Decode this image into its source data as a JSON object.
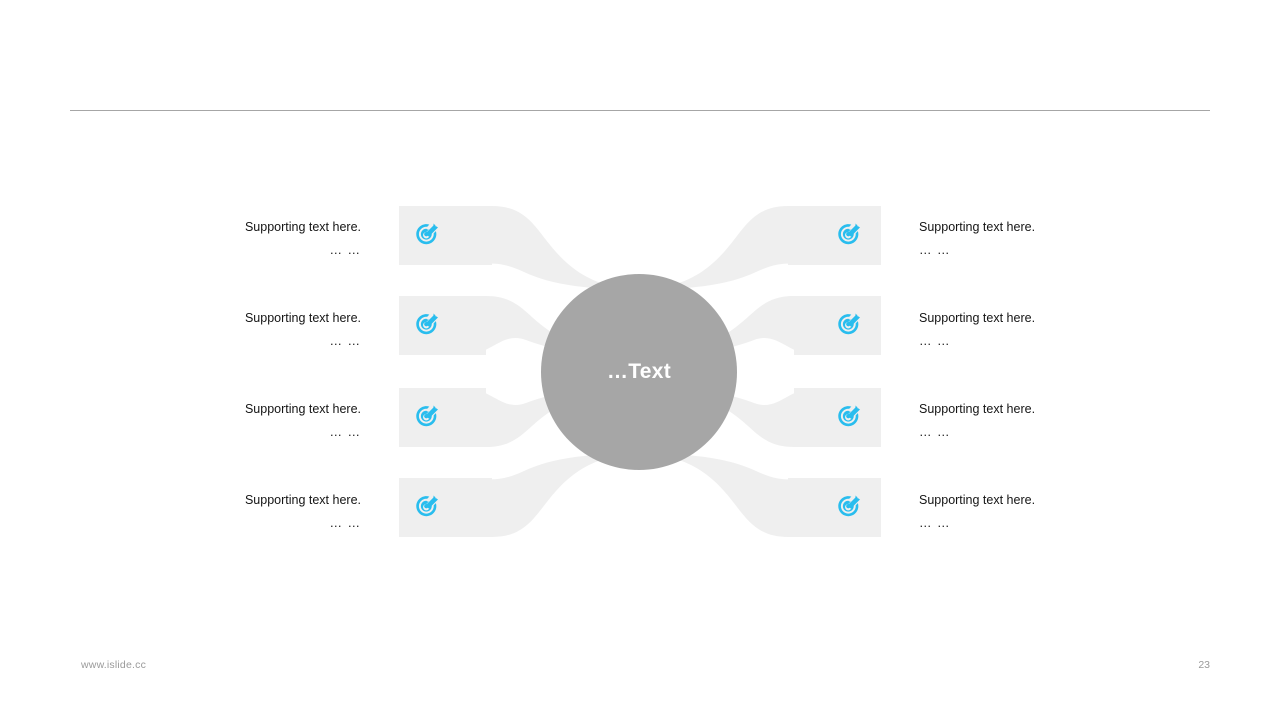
{
  "slide": {
    "title": "",
    "center": {
      "label": "…Text",
      "fill": "#a6a6a6",
      "text_color": "#ffffff"
    },
    "colors": {
      "background": "#ffffff",
      "ribbon": "#efefef",
      "tile": "#efefef",
      "accent_icon": "#29bdee",
      "rule": "#a6a6a6",
      "body_text": "#151515",
      "footer_text": "#9a9a9a"
    },
    "icon": "target-arrow-icon",
    "branches": {
      "left": [
        {
          "line1": "Supporting text here.",
          "line2": "… …",
          "icon": "target-arrow-icon"
        },
        {
          "line1": "Supporting text here.",
          "line2": "… …",
          "icon": "target-arrow-icon"
        },
        {
          "line1": "Supporting text here.",
          "line2": "… …",
          "icon": "target-arrow-icon"
        },
        {
          "line1": "Supporting text here.",
          "line2": "… …",
          "icon": "target-arrow-icon"
        }
      ],
      "right": [
        {
          "line1": "Supporting text here.",
          "line2": "… …",
          "icon": "target-arrow-icon"
        },
        {
          "line1": "Supporting text here.",
          "line2": "… …",
          "icon": "target-arrow-icon"
        },
        {
          "line1": "Supporting text here.",
          "line2": "… …",
          "icon": "target-arrow-icon"
        },
        {
          "line1": "Supporting text here.",
          "line2": "… …",
          "icon": "target-arrow-icon"
        }
      ]
    },
    "footer": {
      "url": "www.islide.cc",
      "page_number": "23"
    }
  }
}
